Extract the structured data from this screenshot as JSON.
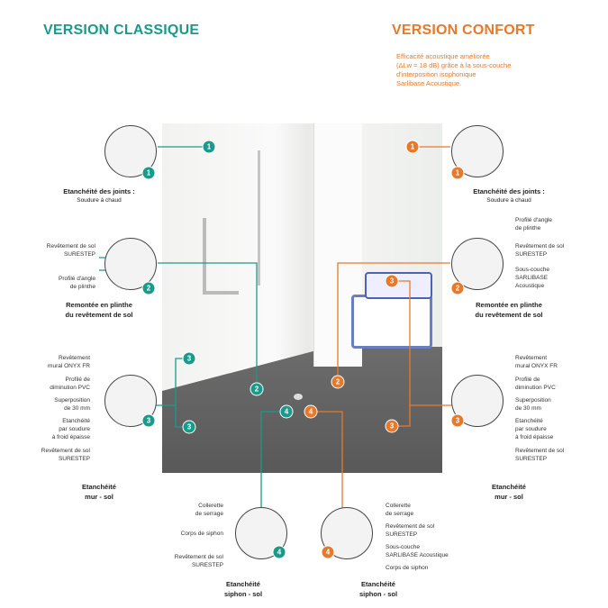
{
  "classique": {
    "title": "VERSION CLASSIQUE",
    "joints": {
      "title": "Etanchéité des joints :",
      "sub": "Soudure à chaud"
    },
    "plinthe": {
      "l1": "Revêtement de sol",
      "l2": "SURESTEP",
      "l3": "Profilé d'angle",
      "l4": "de plinthe",
      "title1": "Remontée en plinthe",
      "title2": "du revêtement de sol"
    },
    "mur": {
      "a1": "Revêtement",
      "a2": "mural ONYX FR",
      "b1": "Profilé de",
      "b2": "diminution PVC",
      "c1": "Superposition",
      "c2": "de 30 mm",
      "d1": "Etanchéité",
      "d2": "par soudure",
      "d3": "à froid épaisse",
      "e1": "Revêtement de sol",
      "e2": "SURESTEP",
      "title1": "Etanchéité",
      "title2": "mur - sol"
    },
    "siphon": {
      "a1": "Collerette",
      "a2": "de serrage",
      "b1": "Corps de siphon",
      "c1": "Revêtement de sol",
      "c2": "SURESTEP",
      "title1": "Etanchéité",
      "title2": "siphon - sol"
    }
  },
  "confort": {
    "title": "VERSION CONFORT",
    "intro": [
      "Efficacité acoustique améliorée",
      "(ΔLw = 18 dB) grâce à la sous-couche",
      "d'interposition isophonique",
      "Sarlibase  Acoustique."
    ],
    "joints": {
      "title": "Etanchéité des joints :",
      "sub": "Soudure à chaud"
    },
    "plinthe": {
      "a1": "Profilé d'angle",
      "a2": "de plinthe",
      "b1": "Revêtement de sol",
      "b2": "SURESTEP",
      "c1": "Sous-couche",
      "c2": "SARLIBASE",
      "c3": "Acoustique",
      "title1": "Remontée en plinthe",
      "title2": "du revêtement de sol"
    },
    "mur": {
      "a1": "Revêtement",
      "a2": "mural ONYX FR",
      "b1": "Profilé de",
      "b2": "diminution PVC",
      "c1": "Superposition",
      "c2": "de 30 mm",
      "d1": "Etanchéité",
      "d2": "par soudure",
      "d3": "à froid épaisse",
      "e1": "Revêtement de sol",
      "e2": "SURESTEP",
      "title1": "Etanchéité",
      "title2": "mur - sol"
    },
    "siphon": {
      "a1": "Collerette",
      "a2": "de serrage",
      "b1": "Revêtement de sol",
      "b2": "SURESTEP",
      "c1": "Sous-couche",
      "c2": "SARLIBASE Acoustique",
      "d1": "Corps de siphon",
      "title1": "Etanchéité",
      "title2": "siphon - sol"
    }
  },
  "badges": {
    "n1": "1",
    "n2": "2",
    "n3": "3",
    "n4": "4"
  },
  "colors": {
    "teal": "#1a9a8a",
    "orange": "#e8792a"
  }
}
